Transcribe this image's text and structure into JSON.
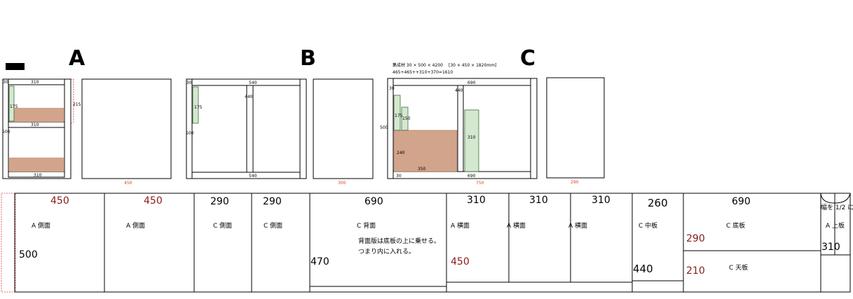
{
  "labels": {
    "A": "A",
    "B": "B",
    "C": "C"
  },
  "note": {
    "line1": "集成材 30 × 500 × 4200",
    "line1b": "[30 × 450 × 1820mm]",
    "line2": "465+465++310+370=1610"
  },
  "cabinetA": {
    "top": "310",
    "mid": "310",
    "bottom": "310",
    "thick": "30",
    "height": "500",
    "shelf": "175",
    "side": "215"
  },
  "boxA": {
    "width": "450"
  },
  "cabinetB": {
    "top": "540",
    "bottom": "540",
    "thick": "30",
    "height": "500",
    "shelf": "175",
    "divider": "440"
  },
  "boxB": {
    "width": "300"
  },
  "cabinetC": {
    "top": "690",
    "thick": "30",
    "height": "500",
    "divider": "440",
    "bin1": "175",
    "bin2": "150",
    "tall": "310",
    "wood": "240",
    "bottomLeft": "30",
    "bottomMid": "350",
    "bottomRight": "690"
  },
  "boxC1": {
    "width": "750"
  },
  "boxC2": {
    "width": "290"
  },
  "cutlist": [
    {
      "w": "450",
      "name": "A 側面",
      "h": "500"
    },
    {
      "w": "450",
      "name": "A 側面"
    },
    {
      "w": "290",
      "name": "C 側面"
    },
    {
      "w": "290",
      "name": "C 側面"
    },
    {
      "w": "690",
      "name": "C 背面",
      "note1": "背面版は底板の上に乗せる。",
      "note2": "つまり内に入れる。",
      "h": "470"
    },
    {
      "w": "310",
      "name": "A 横面",
      "h": "450"
    },
    {
      "w": "310",
      "name": "A 横面"
    },
    {
      "w": "310",
      "name": "A 横面"
    },
    {
      "w": "260",
      "name": "C 中板",
      "h": "440"
    },
    {
      "w": "690",
      "name": "C 底板",
      "h": "290",
      "name2": "C 天板",
      "h2": "210"
    },
    {
      "w": "幅を 1/2 に",
      "name": "A 上板",
      "h": "310"
    }
  ]
}
